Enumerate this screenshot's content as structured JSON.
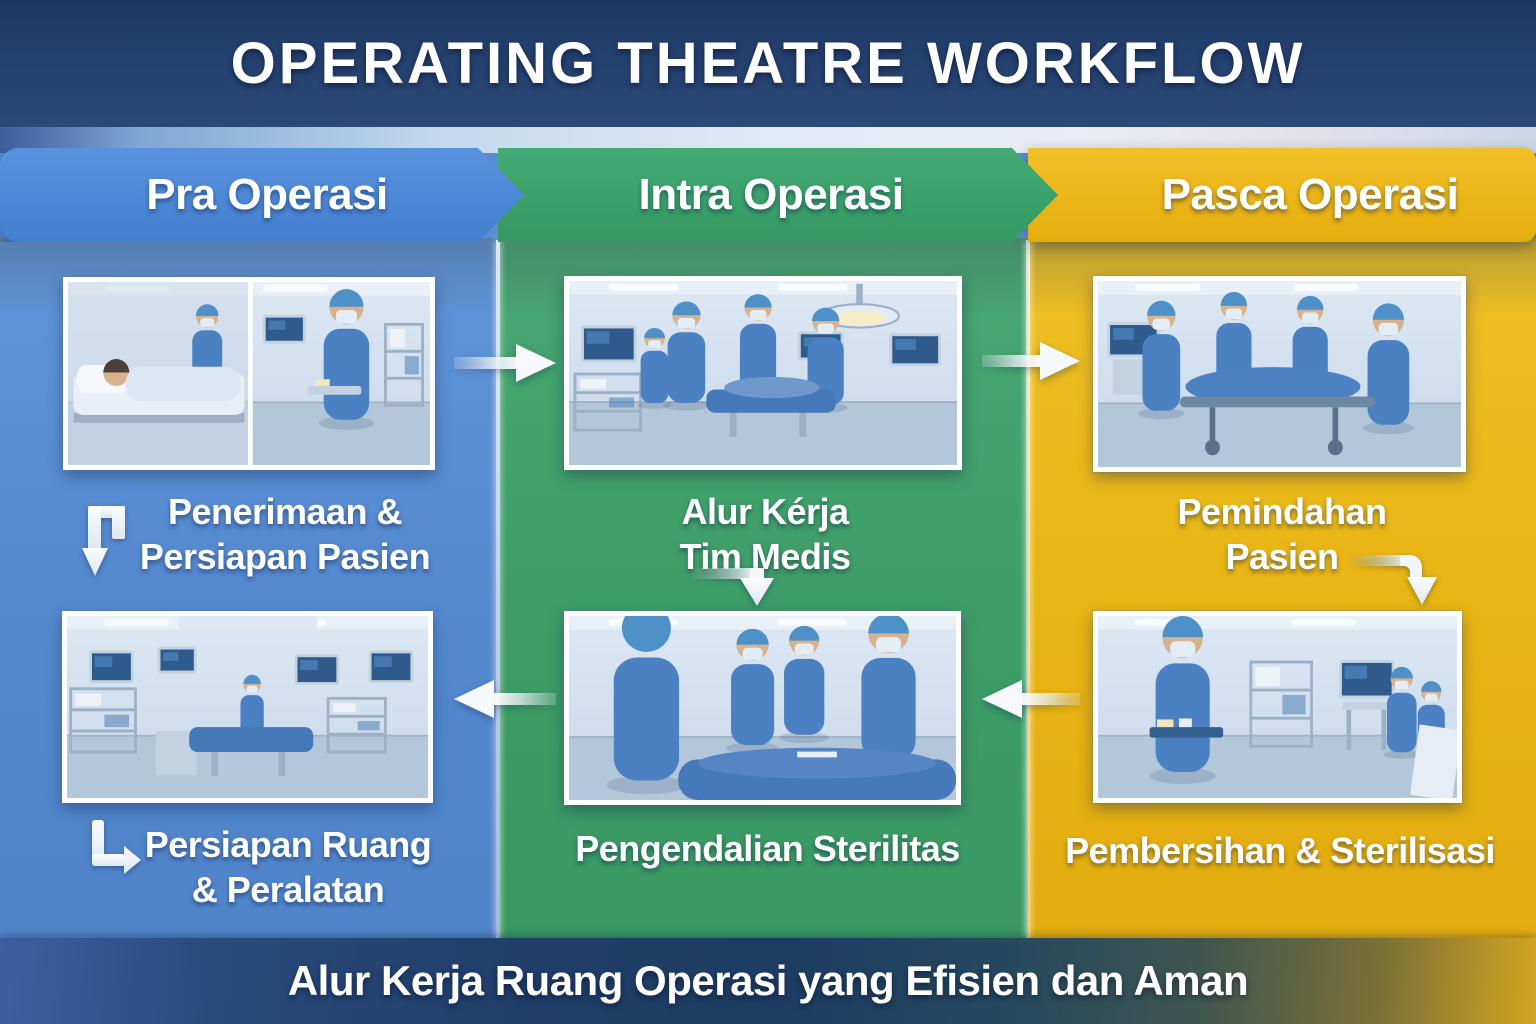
{
  "header": {
    "title": "OPERATING THEATRE WORKFLOW"
  },
  "stages": [
    {
      "id": "pra-operasi",
      "label": "Pra Operasi",
      "accent_color": "#4c87d9",
      "column_color": "#5589cf",
      "steps": [
        {
          "lines": [
            "Penerimaan &",
            "Persiapan Pasien"
          ],
          "photo": "patient-admission",
          "icon": "corner-down-arrow"
        },
        {
          "lines": [
            "Persiapan Ruang",
            "& Peralatan"
          ],
          "photo": "room-preparation",
          "icon": "down-right-arrow"
        }
      ]
    },
    {
      "id": "intra-operasi",
      "label": "Intra Operasi",
      "accent_color": "#3da26c",
      "column_color": "#3e9e67",
      "steps": [
        {
          "lines": [
            "Alur Kérja",
            "Tim Medis"
          ],
          "photo": "team-workflow",
          "icon": "right-down-arrow"
        },
        {
          "lines": [
            "Pengendalian Sterilitas"
          ],
          "photo": "sterility-control"
        }
      ]
    },
    {
      "id": "pasca-operasi",
      "label": "Pasca Operasi",
      "accent_color": "#eeb517",
      "column_color": "#e9b514",
      "steps": [
        {
          "lines": [
            "Pemindahan",
            "Pasien"
          ],
          "photo": "patient-transfer",
          "icon": "right-down-arrow"
        },
        {
          "lines": [
            "Pembersihan & Sterilisasi"
          ],
          "photo": "cleaning-sterilization"
        }
      ]
    }
  ],
  "flow_arrows": [
    {
      "row": "top",
      "from": "Pra Operasi",
      "to": "Intra Operasi",
      "direction": "right"
    },
    {
      "row": "top",
      "from": "Intra Operasi",
      "to": "Pasca Operasi",
      "direction": "right"
    },
    {
      "row": "bottom",
      "from": "Pasca Operasi",
      "to": "Intra Operasi",
      "direction": "left"
    },
    {
      "row": "bottom",
      "from": "Intra Operasi",
      "to": "Pra Operasi",
      "direction": "left"
    }
  ],
  "footer": {
    "title": "Alur Kerja Ruang Operasi yang Efisien dan Aman"
  },
  "colors": {
    "header_bg": "#24406e",
    "strip_light": "#e0eaf4",
    "stage_blue": "#4c87d9",
    "stage_green": "#3da26c",
    "stage_yellow": "#eeb517",
    "footer_navy": "#1e3d62",
    "footer_gold": "#d3a51f",
    "text": "#ffffff"
  }
}
